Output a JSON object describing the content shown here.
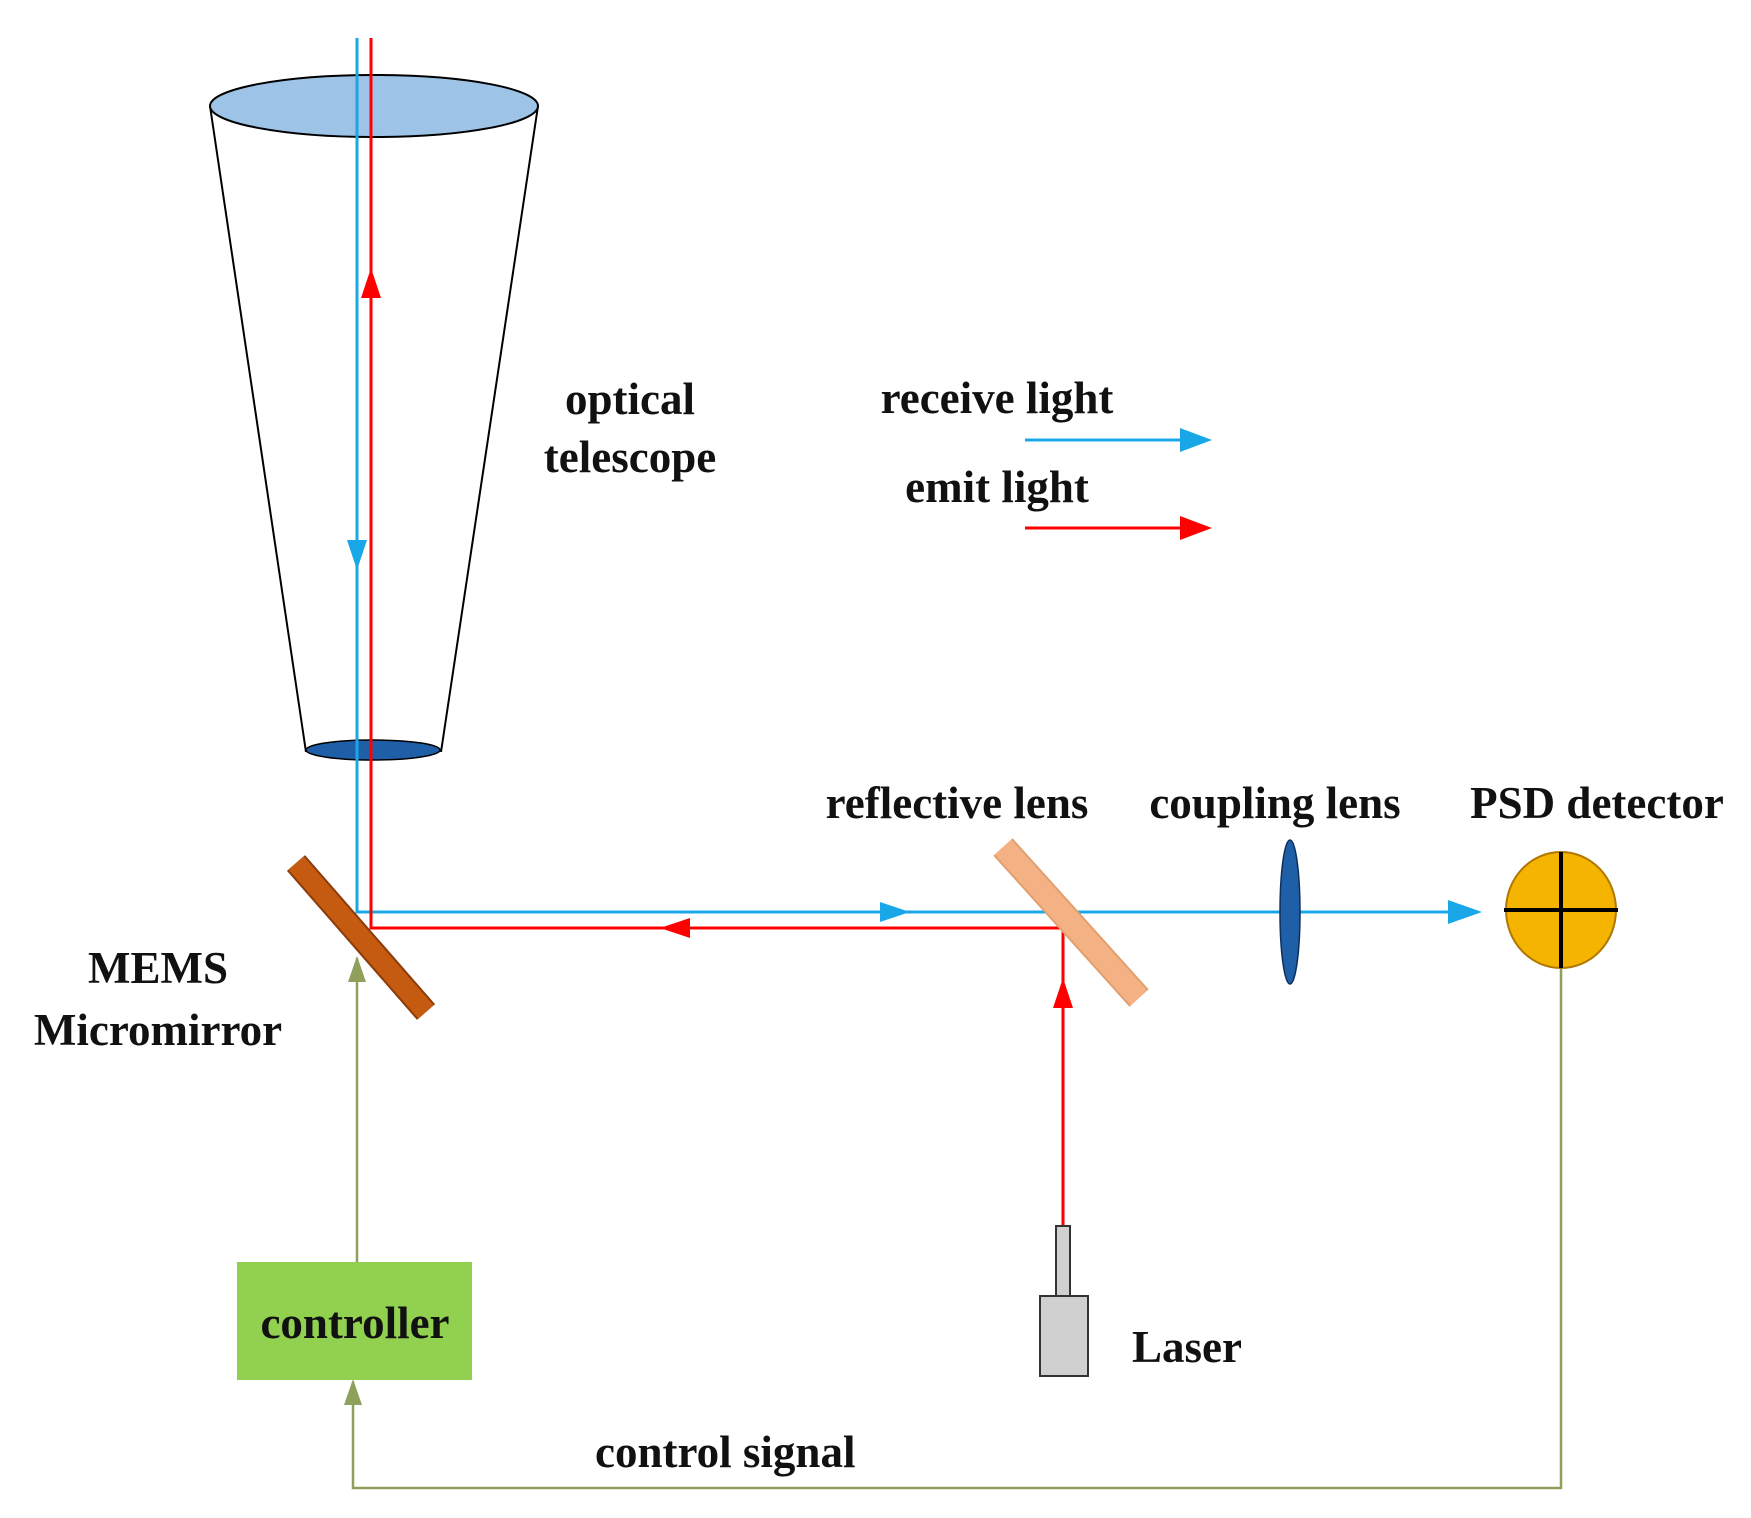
{
  "labels": {
    "optical_telescope_line1": "optical",
    "optical_telescope_line2": "telescope",
    "legend_receive": "receive light",
    "legend_emit": "emit light",
    "reflective_lens": "reflective lens",
    "coupling_lens": "coupling lens",
    "psd_detector": "PSD detector",
    "mems_line1": "MEMS",
    "mems_line2": "Micromirror",
    "controller": "controller",
    "laser": "Laser",
    "control_signal": "control signal"
  },
  "colors": {
    "receive_light": "#1aa7e8",
    "emit_light": "#ff0000",
    "control_signal": "#8fa05a",
    "controller_fill": "#92d050",
    "mems_mirror": "#c55a11",
    "reflective_lens": "#f4b183",
    "coupling_lens": "#1f5fa8",
    "psd_detector": "#f4b400",
    "telescope_top_lens": "#9dc3e6",
    "telescope_bottom_lens": "#1f5fa8",
    "laser_body": "#d0d0d0"
  }
}
